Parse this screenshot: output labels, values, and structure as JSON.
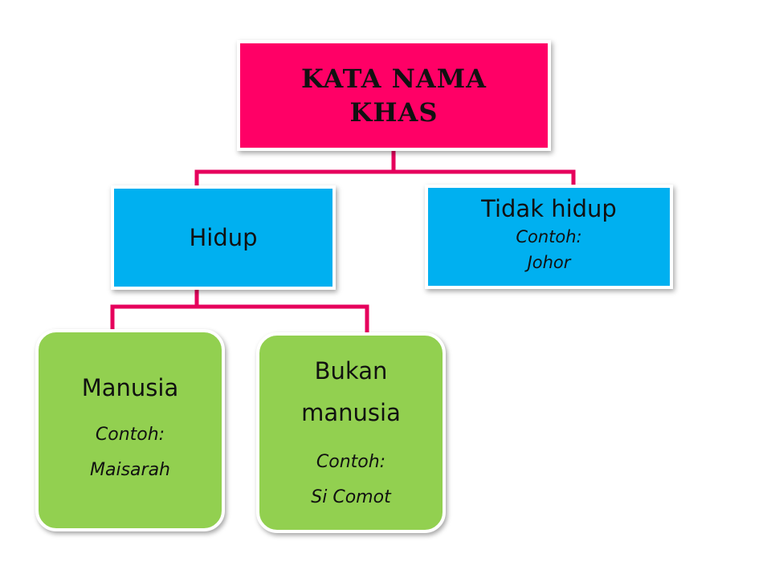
{
  "diagram": {
    "root": {
      "title": "KATA NAMA KHAS"
    },
    "hidup": {
      "label": "Hidup"
    },
    "tidak_hidup": {
      "label": "Tidak hidup",
      "example_heading": "Contoh:",
      "example": "Johor"
    },
    "manusia": {
      "label": "Manusia",
      "example_heading": "Contoh:",
      "example": "Maisarah"
    },
    "bukan_manusia": {
      "label": "Bukan manusia",
      "example_heading": "Contoh:",
      "example": "Si Comot"
    }
  },
  "colors": {
    "root_fill": "#ff0066",
    "category_fill": "#00b0f0",
    "subcategory_fill": "#92d050",
    "connector": "#e6005c"
  }
}
